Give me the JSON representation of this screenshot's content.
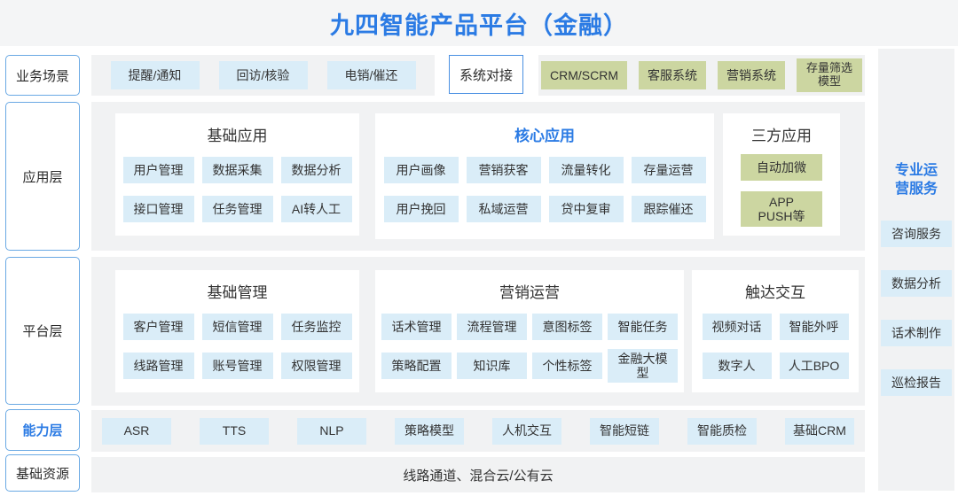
{
  "title": "九四智能产品平台（金融）",
  "colors": {
    "accent_blue": "#2b7be4",
    "chip_blue": "#daedf8",
    "chip_green": "#ccd6a1",
    "tray_gray": "#f1f2f3",
    "layer_border_blue": "#6aa9e4",
    "connector_border_blue": "#4a90e2"
  },
  "left_sidebar": {
    "items": [
      {
        "label": "业务场景",
        "accent": false
      },
      {
        "label": "应用层",
        "accent": false
      },
      {
        "label": "平台层",
        "accent": false
      },
      {
        "label": "能力层",
        "accent": true
      },
      {
        "label": "基础资源",
        "accent": false
      }
    ]
  },
  "rows": {
    "business": {
      "scenario_chips": [
        "提醒/通知",
        "回访/核验",
        "电销/催还"
      ],
      "connector_label": "系统对接",
      "system_chips": [
        "CRM/SCRM",
        "客服系统",
        "营销系统",
        "存量筛选模型"
      ]
    },
    "application": {
      "cards": [
        {
          "title": "基础应用",
          "chips": [
            "用户管理",
            "数据采集",
            "数据分析",
            "接口管理",
            "任务管理",
            "AI转人工"
          ]
        },
        {
          "title": "核心应用",
          "chips": [
            "用户画像",
            "营销获客",
            "流量转化",
            "存量运营",
            "用户挽回",
            "私域运营",
            "贷中复审",
            "跟踪催还"
          ]
        },
        {
          "title": "三方应用",
          "chips": [
            "自动加微",
            "APP PUSH等"
          ]
        }
      ]
    },
    "platform": {
      "cards": [
        {
          "title": "基础管理",
          "chips": [
            "客户管理",
            "短信管理",
            "任务监控",
            "线路管理",
            "账号管理",
            "权限管理"
          ]
        },
        {
          "title": "营销运营",
          "chips": [
            "话术管理",
            "流程管理",
            "意图标签",
            "智能任务",
            "策略配置",
            "知识库",
            "个性标签",
            "金融大模型"
          ]
        },
        {
          "title": "触达交互",
          "chips": [
            "视频对话",
            "智能外呼",
            "数字人",
            "人工BPO"
          ]
        }
      ]
    },
    "capability": {
      "chips": [
        "ASR",
        "TTS",
        "NLP",
        "策略模型",
        "人机交互",
        "智能短链",
        "智能质检",
        "基础CRM"
      ]
    },
    "resource": {
      "label": "线路通道、混合云/公有云"
    }
  },
  "right_sidebar": {
    "title": "专业运营服务",
    "items": [
      "咨询服务",
      "数据分析",
      "话术制作",
      "巡检报告"
    ]
  }
}
